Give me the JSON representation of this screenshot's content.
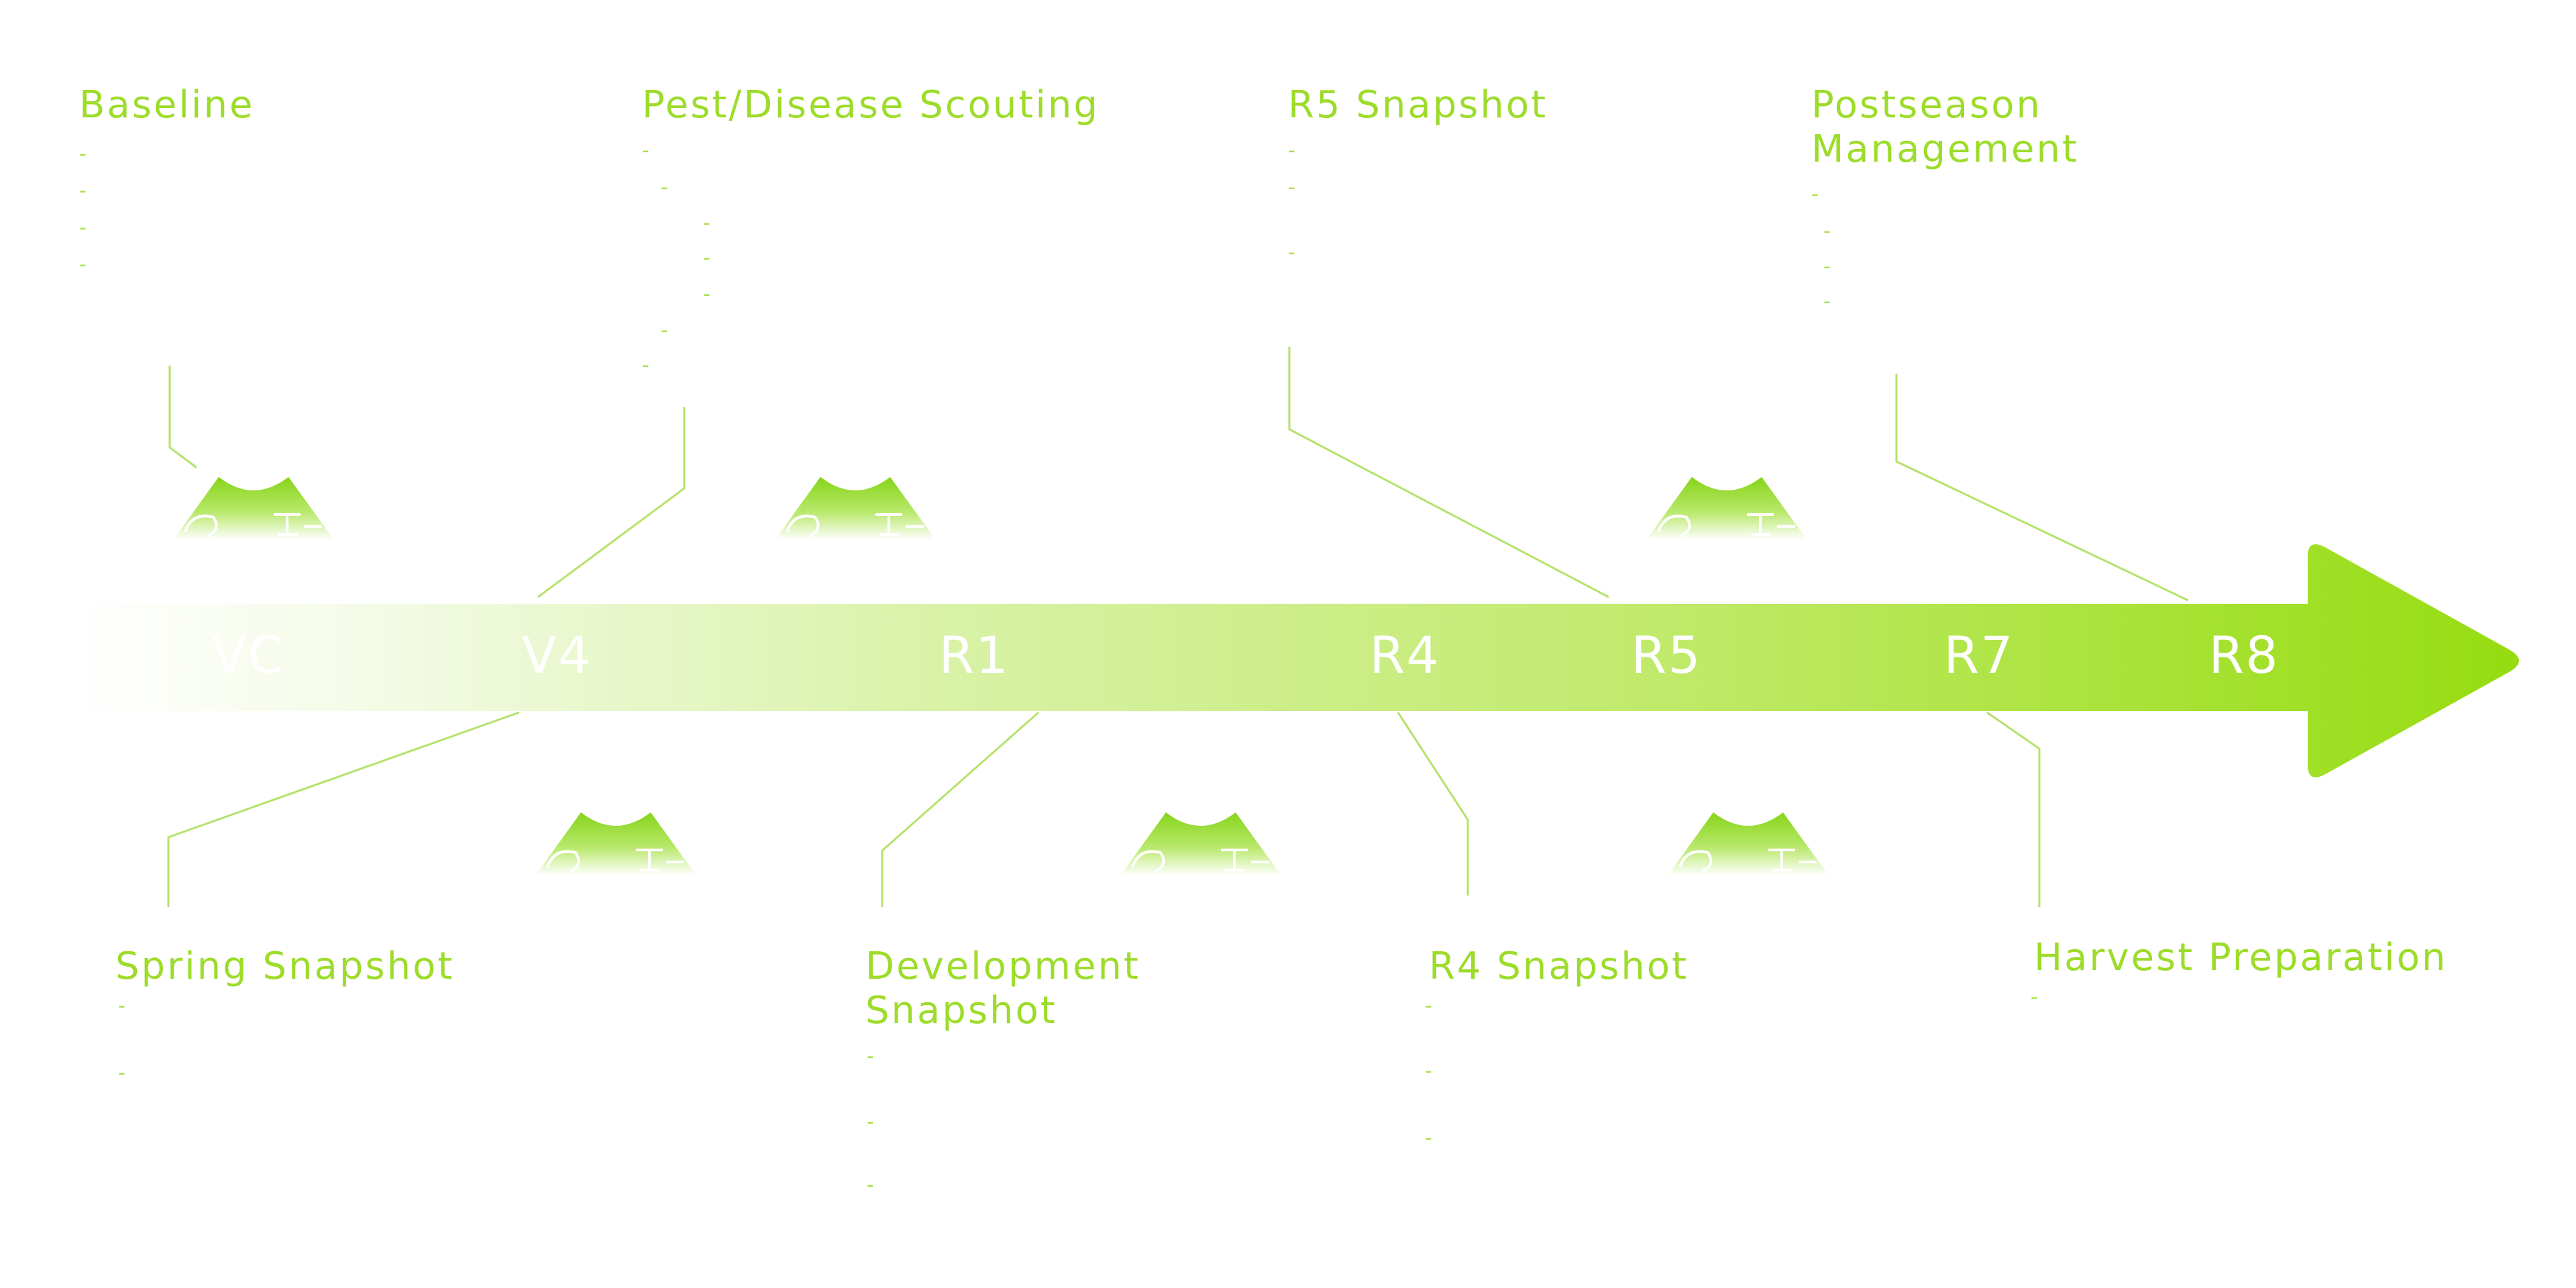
{
  "colors": {
    "accent": "#9ddc2a",
    "arrow_start": "#ffffff",
    "arrow_end": "#96dc10",
    "stage_text": "#ffffff"
  },
  "stages": [
    "VC",
    "V4",
    "R1",
    "R4",
    "R5",
    "R7",
    "R8"
  ],
  "events": [
    {
      "key": "baseline",
      "title": "Baseline",
      "dash_count": 4
    },
    {
      "key": "pest-disease-scouting",
      "title": "Pest/Disease Scouting",
      "dash_count": 7
    },
    {
      "key": "r5-snapshot",
      "title": "R5 Snapshot",
      "dash_count": 3
    },
    {
      "key": "postseason-management",
      "title": "Postseason Management",
      "dash_count": 4
    },
    {
      "key": "spring-snapshot",
      "title": "Spring Snapshot",
      "dash_count": 2
    },
    {
      "key": "development-snapshot",
      "title": "Development Snapshot",
      "dash_count": 3
    },
    {
      "key": "r4-snapshot",
      "title": "R4 Snapshot",
      "dash_count": 3
    },
    {
      "key": "harvest-preparation",
      "title": "Harvest Preparation",
      "dash_count": 1
    }
  ],
  "icons": [
    {
      "name": "field-tractor-icon-1"
    },
    {
      "name": "field-tractor-icon-2"
    },
    {
      "name": "field-tractor-icon-3"
    },
    {
      "name": "field-tractor-icon-4"
    },
    {
      "name": "field-tractor-icon-5"
    },
    {
      "name": "field-tractor-icon-6"
    }
  ]
}
